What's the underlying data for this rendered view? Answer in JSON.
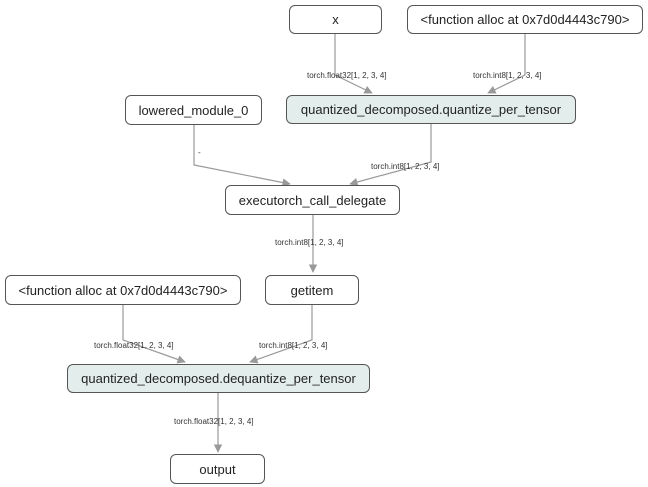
{
  "nodes": {
    "x": "x",
    "alloc_top": "<function alloc at 0x7d0d4443c790>",
    "lowered_module": "lowered_module_0",
    "quantize": "quantized_decomposed.quantize_per_tensor",
    "delegate": "executorch_call_delegate",
    "alloc_bottom": "<function alloc at 0x7d0d4443c790>",
    "getitem": "getitem",
    "dequantize": "quantized_decomposed.dequantize_per_tensor",
    "output": "output"
  },
  "edges": {
    "x_to_quantize": "torch.float32[1, 2, 3, 4]",
    "alloc_top_to_quantize": "torch.int8[1, 2, 3, 4]",
    "lowered_to_delegate": "-",
    "quantize_to_delegate": "torch.int8[1, 2, 3, 4]",
    "delegate_to_getitem": "torch.int8[1, 2, 3, 4]",
    "alloc_bottom_to_dequantize": "torch.float32[1, 2, 3, 4]",
    "getitem_to_dequantize": "torch.int8[1, 2, 3, 4]",
    "dequantize_to_output": "torch.float32[1, 2, 3, 4]"
  },
  "colors": {
    "op_node_fill": "#e3eeec",
    "edge": "#999999",
    "node_border": "#555555"
  }
}
